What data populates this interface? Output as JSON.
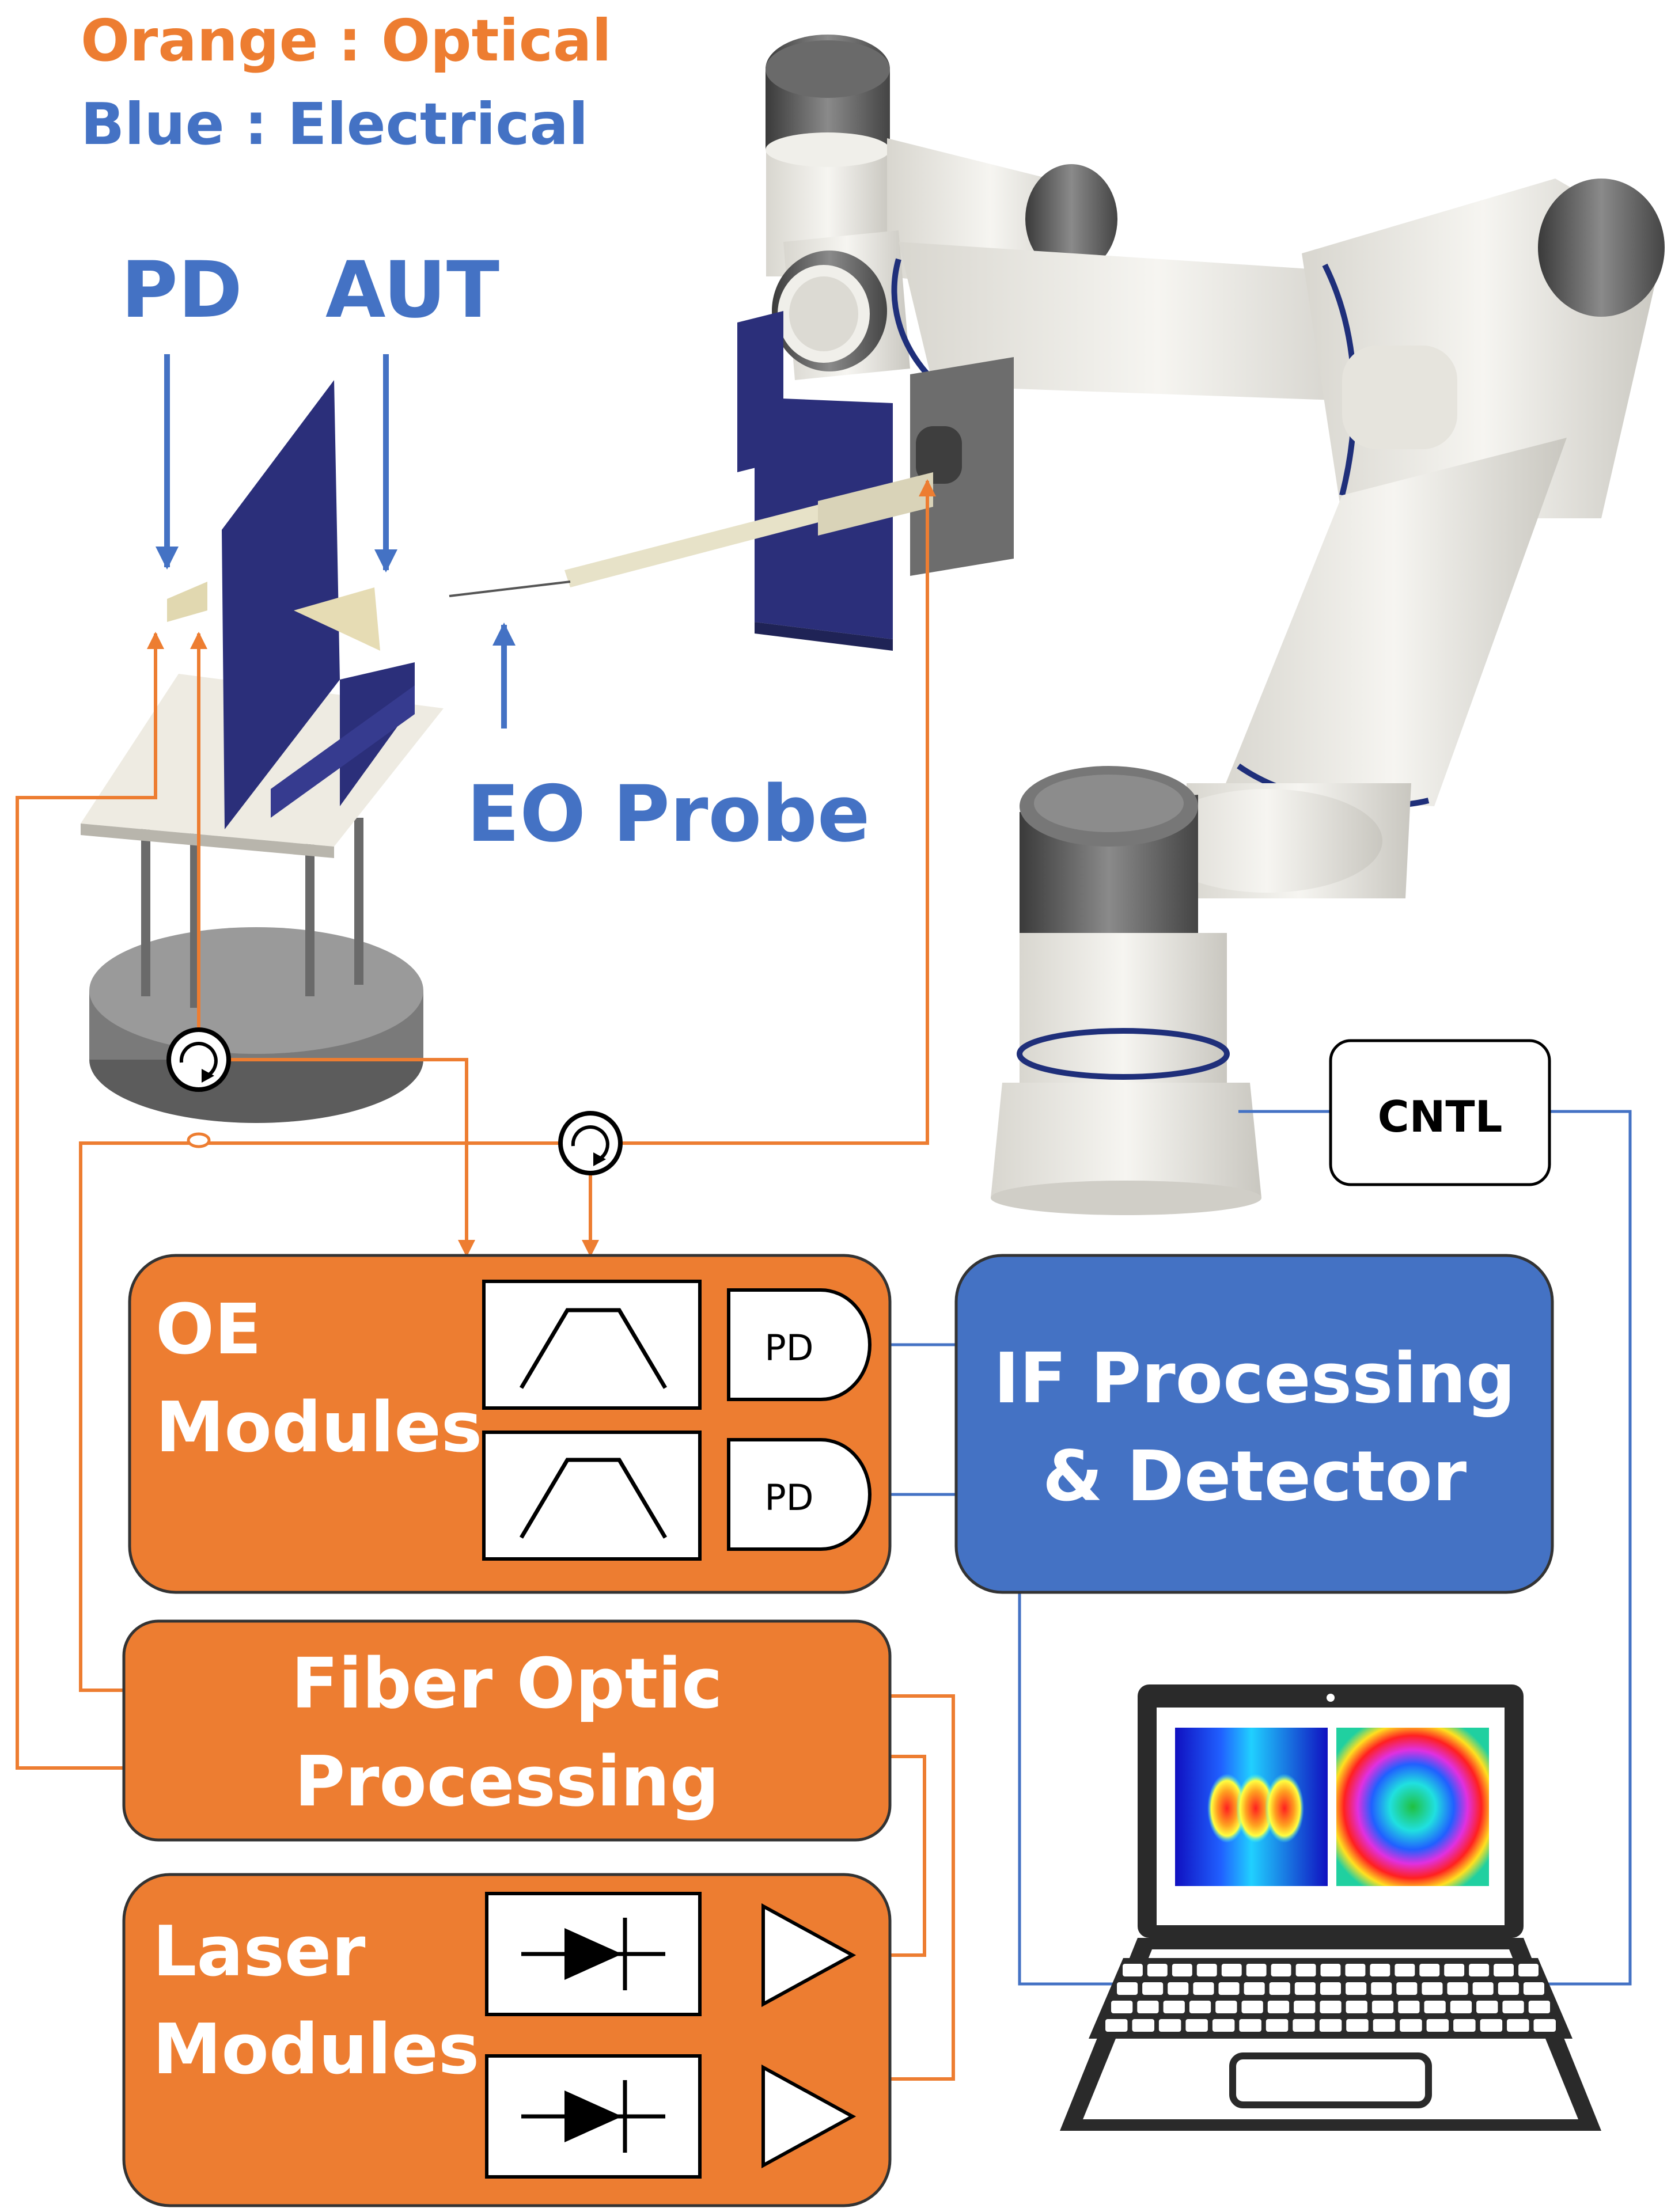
{
  "legend": {
    "optical": "Orange : Optical",
    "electrical": "Blue : Electrical"
  },
  "labels": {
    "pd": "PD",
    "aut": "AUT",
    "eo_probe": "EO Probe",
    "cntl": "CNTL"
  },
  "blocks": {
    "oe_modules": {
      "line1": "OE",
      "line2": "Modules",
      "pd1": "PD",
      "pd2": "PD"
    },
    "if_processing": {
      "line1": "IF Processing",
      "line2": "& Detector"
    },
    "fiber_optic": {
      "line1": "Fiber Optic",
      "line2": "Processing"
    },
    "laser_modules": {
      "line1": "Laser",
      "line2": "Modules"
    }
  },
  "colors": {
    "optical": "#ED7D31",
    "electrical": "#4472C4",
    "absorber": "#2B2F7A",
    "robot_body": "#EEECE6",
    "robot_cap": "#555555",
    "robot_band": "#1F2F7A"
  },
  "icons": [
    "bandpass-filter-icon",
    "photodiode-icon",
    "laser-diode-icon",
    "amplifier-icon",
    "circulator-icon",
    "laptop-icon",
    "robot-arm-icon"
  ]
}
